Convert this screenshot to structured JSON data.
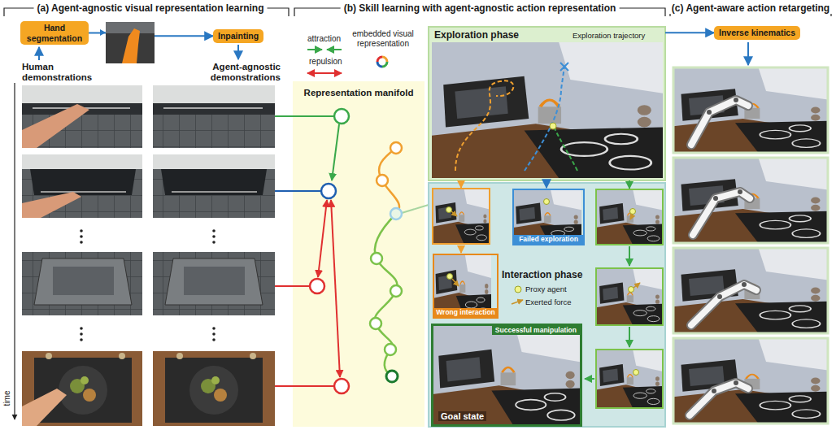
{
  "diagram": {
    "nodes": [
      {
        "text": [
          "Hand segmentation"
        ]
      },
      {
        "text": [
          "Inpainting"
        ]
      },
      {
        "text": [
          "Representation manifold"
        ]
      },
      {
        "text": [
          "Exploration phase"
        ]
      },
      {
        "text": [
          "Interaction phase"
        ]
      },
      {
        "text": [
          "Failed exploration"
        ],
        "in": 4
      },
      {
        "text": [
          "Wrong interaction"
        ],
        "in": 4
      },
      {
        "text": [
          "Successful manipulation",
          "Goal state"
        ],
        "in": 4
      },
      {
        "text": [
          "Inverse kinematics"
        ]
      }
    ],
    "edges": [
      {
        "from": 0,
        "to": 1,
        "arrow": "to"
      },
      {
        "from": 3,
        "to": 8,
        "arrow": "to"
      }
    ],
    "labels": [
      "(a) Agent-agnostic visual representation learning",
      "(b) Skill learning with agent-agnostic action representation",
      "(c) Agent-aware action retargeting",
      "Human demonstrations",
      "Agent-agnostic demonstrations",
      "time"
    ],
    "legend": [
      {
        "text": "attraction"
      },
      {
        "text": "repulsion"
      },
      {
        "text": "embedded visual representation"
      },
      {
        "text": "Exploration trajectory"
      },
      {
        "text": "Proxy agent"
      },
      {
        "text": "Exerted force"
      }
    ]
  }
}
